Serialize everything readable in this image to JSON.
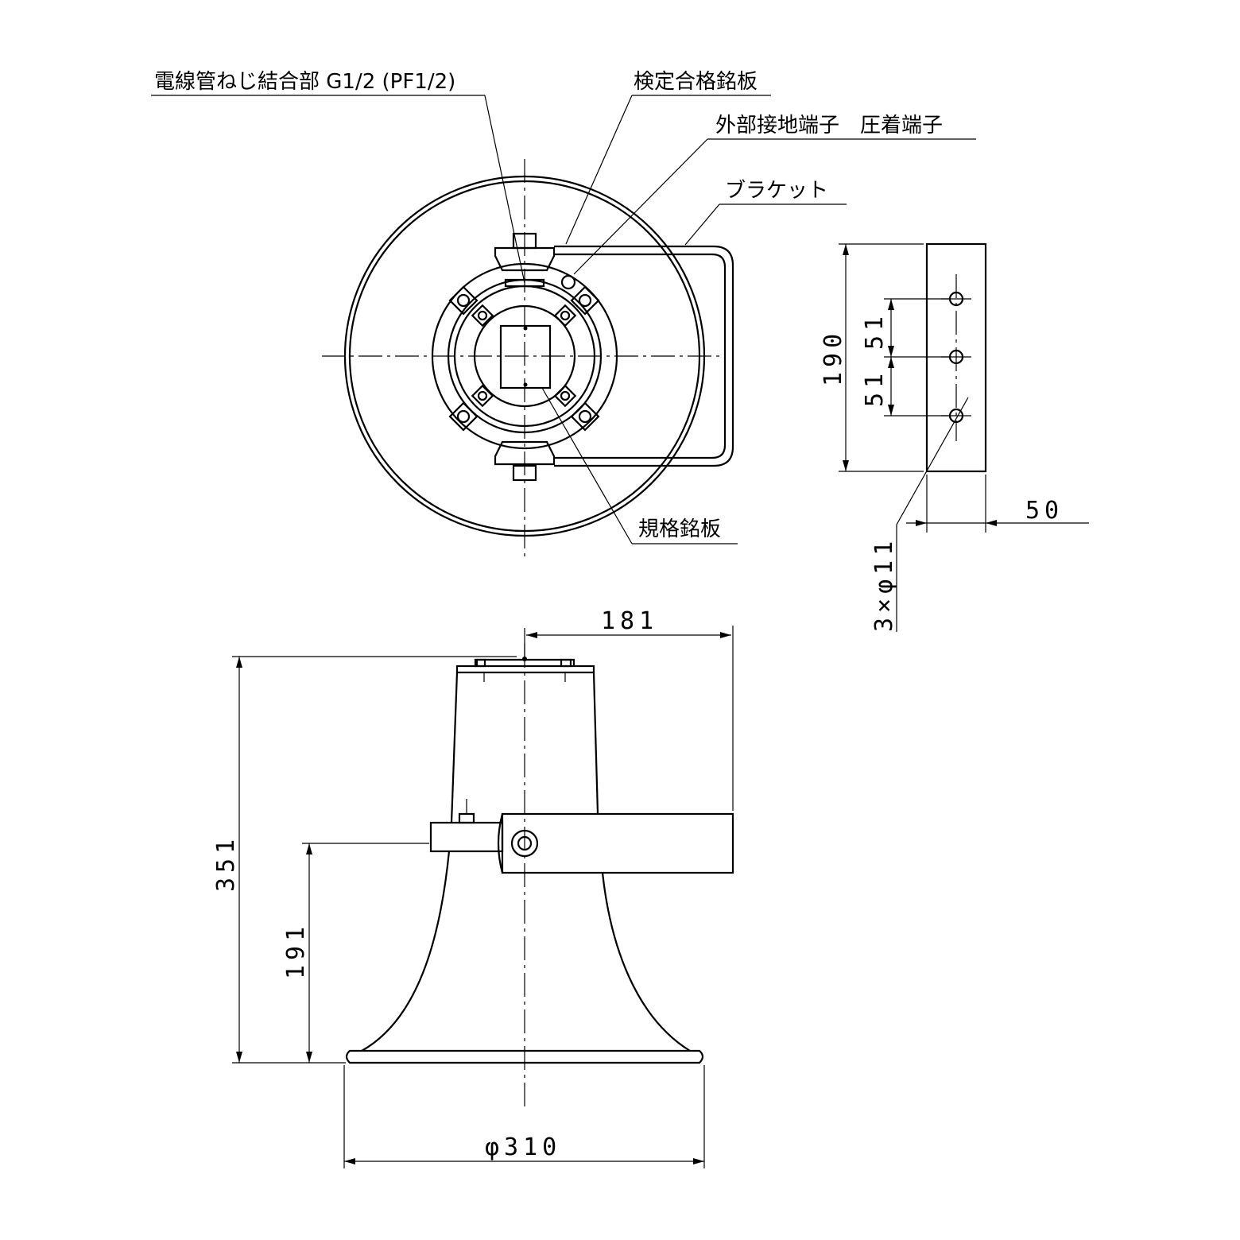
{
  "labels": {
    "conduit": "電線管ねじ結合部 G1/2 (PF1/2)",
    "inspection_plate": "検定合格銘板",
    "ground_terminal": "外部接地端子　圧着端子",
    "bracket": "ブラケット",
    "rating_plate": "規格銘板"
  },
  "dimensions": {
    "bracket_height": "190",
    "hole_pitch_upper": "51",
    "hole_pitch_lower": "51",
    "bracket_width": "50",
    "holes": "3×φ11",
    "offset": "181",
    "total_height": "351",
    "pivot_height": "191",
    "horn_diameter": "φ310"
  }
}
